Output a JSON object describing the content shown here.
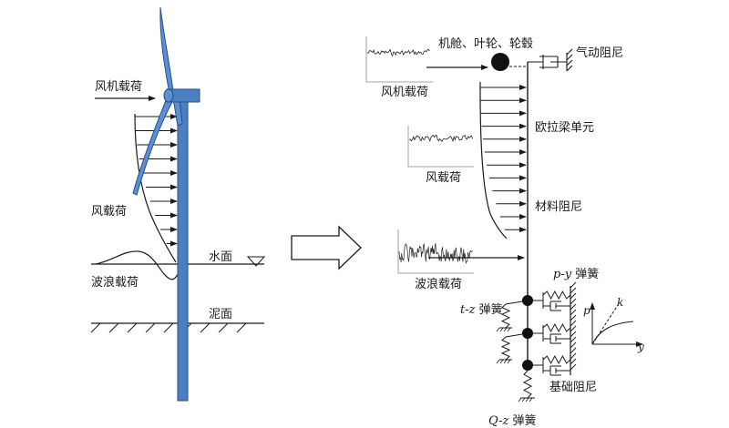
{
  "left": {
    "wind_turbine_load": "风机载荷",
    "wind_load": "风载荷",
    "water_surface": "水面",
    "wave_load": "波浪载荷",
    "mudline": "泥面"
  },
  "right": {
    "nacelle_rotor_hub": "机舱、叶轮、轮毂",
    "aero_damping": "气动阻尼",
    "wind_turbine_load": "风机载荷",
    "euler_beam": "欧拉梁单元",
    "wind_load": "风载荷",
    "material_damping": "材料阻尼",
    "wave_load": "波浪载荷",
    "py_italic": "p-y",
    "py_spring": " 弹簧",
    "tz_italic": "t-z",
    "tz_spring": " 弹簧",
    "qz_italic": "Q-z",
    "qz_spring": " 弹簧",
    "foundation_damping": "基础阻尼",
    "curve_p": "p",
    "curve_k": "k",
    "curve_y": "y"
  },
  "colors": {
    "tower": "#4a7fc1",
    "blade": "#5b8fd6",
    "stroke": "#1a1a1a"
  }
}
